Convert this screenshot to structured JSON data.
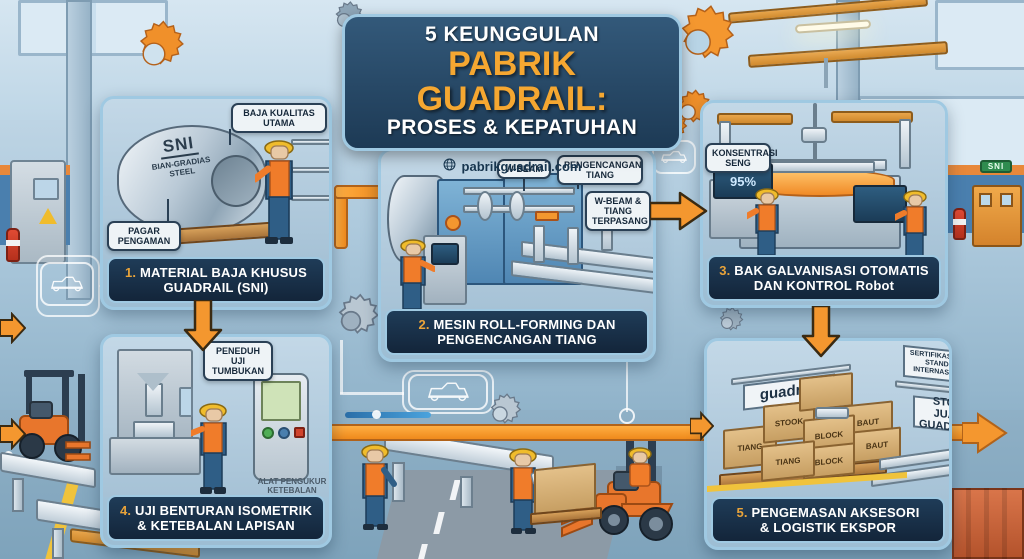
{
  "header": {
    "line1": "5 KEUNGGULAN",
    "line2": "PABRIK GUADRAIL:",
    "line3": "PROSES & KEPATUHAN",
    "website": "pabrikguadrail.com",
    "globe_icon": "globe-icon"
  },
  "colors": {
    "accent_orange": "#f5a731",
    "flow_orange": "#ef8a1c",
    "caption_navy": "#13253a",
    "panel_border": "#9fc9e2",
    "background_blue": "#aecadd"
  },
  "panels": [
    {
      "id": "panel-1",
      "number": "1.",
      "caption_line1": "MATERIAL BAJA KHUSUS",
      "caption_line2": "GUADRAIL (SNI)",
      "callouts": [
        {
          "name": "callout-baja-kualitas-utama",
          "text": "BAJA KUALITAS UTAMA"
        },
        {
          "name": "callout-pagar-pengaman",
          "text": "PAGAR PENGAMAN"
        }
      ],
      "coil_labels": {
        "mark": "SNI",
        "grade_line1": "BIAN-GRADIAS",
        "grade_line2": "STEEL"
      }
    },
    {
      "id": "panel-2",
      "number": "2.",
      "caption_line1": "MESIN ROLL-FORMING DAN",
      "caption_line2": "PENGENCANGAN TIANG",
      "callouts": [
        {
          "name": "callout-w-beam",
          "text": "W-BEAM"
        },
        {
          "name": "callout-pengencangan-tiang",
          "text": "PENGENCANGAN TIANG"
        },
        {
          "name": "callout-w-beam-tiang-terpasang",
          "text": "W-BEAM & TIANG TERPASANG"
        }
      ]
    },
    {
      "id": "panel-3",
      "number": "3.",
      "caption_line1": "BAK GALVANISASI OTOMATIS",
      "caption_line2": "DAN KONTROL Robot",
      "callouts": [
        {
          "name": "callout-konsentrasi-seng",
          "text": "KONSENTRASI SENG"
        }
      ],
      "readout": "95%"
    },
    {
      "id": "panel-4",
      "number": "4.",
      "caption_line1": "UJI BENTURAN ISOMETRIK",
      "caption_line2": "& KETEBALAN LAPISAN",
      "callouts": [
        {
          "name": "callout-peneduh-uji-tumbukan",
          "text": "PENEDUH UJI TUMBUKAN"
        },
        {
          "name": "callout-alat-pengukur",
          "text": "ALAT PENGUKUR KETEBALAN LAPISAN"
        }
      ]
    },
    {
      "id": "panel-5",
      "number": "5.",
      "caption_line1": "PENGEMASAN AKSESORI",
      "caption_line2": "& LOGISTIK EKSPOR",
      "signs": [
        {
          "name": "sign-guadrail",
          "text": "guadrail"
        },
        {
          "name": "sign-sertifikasi",
          "text": "SERTIFIKASI SNI & STANDAR INTERNASIONAL"
        },
        {
          "name": "sign-stok-jual",
          "text": "STOK JUAL GUADRAIL"
        }
      ],
      "box_labels": [
        "TIANG",
        "STOOK",
        "BAUT",
        "BLOCK",
        "BLOCK",
        "BAUT",
        "TIANG"
      ]
    }
  ],
  "background": {
    "sni_door_sign": "SNI",
    "icons": [
      "gear-icon",
      "car-icon",
      "forklift-icon",
      "fire-extinguisher-icon"
    ]
  }
}
